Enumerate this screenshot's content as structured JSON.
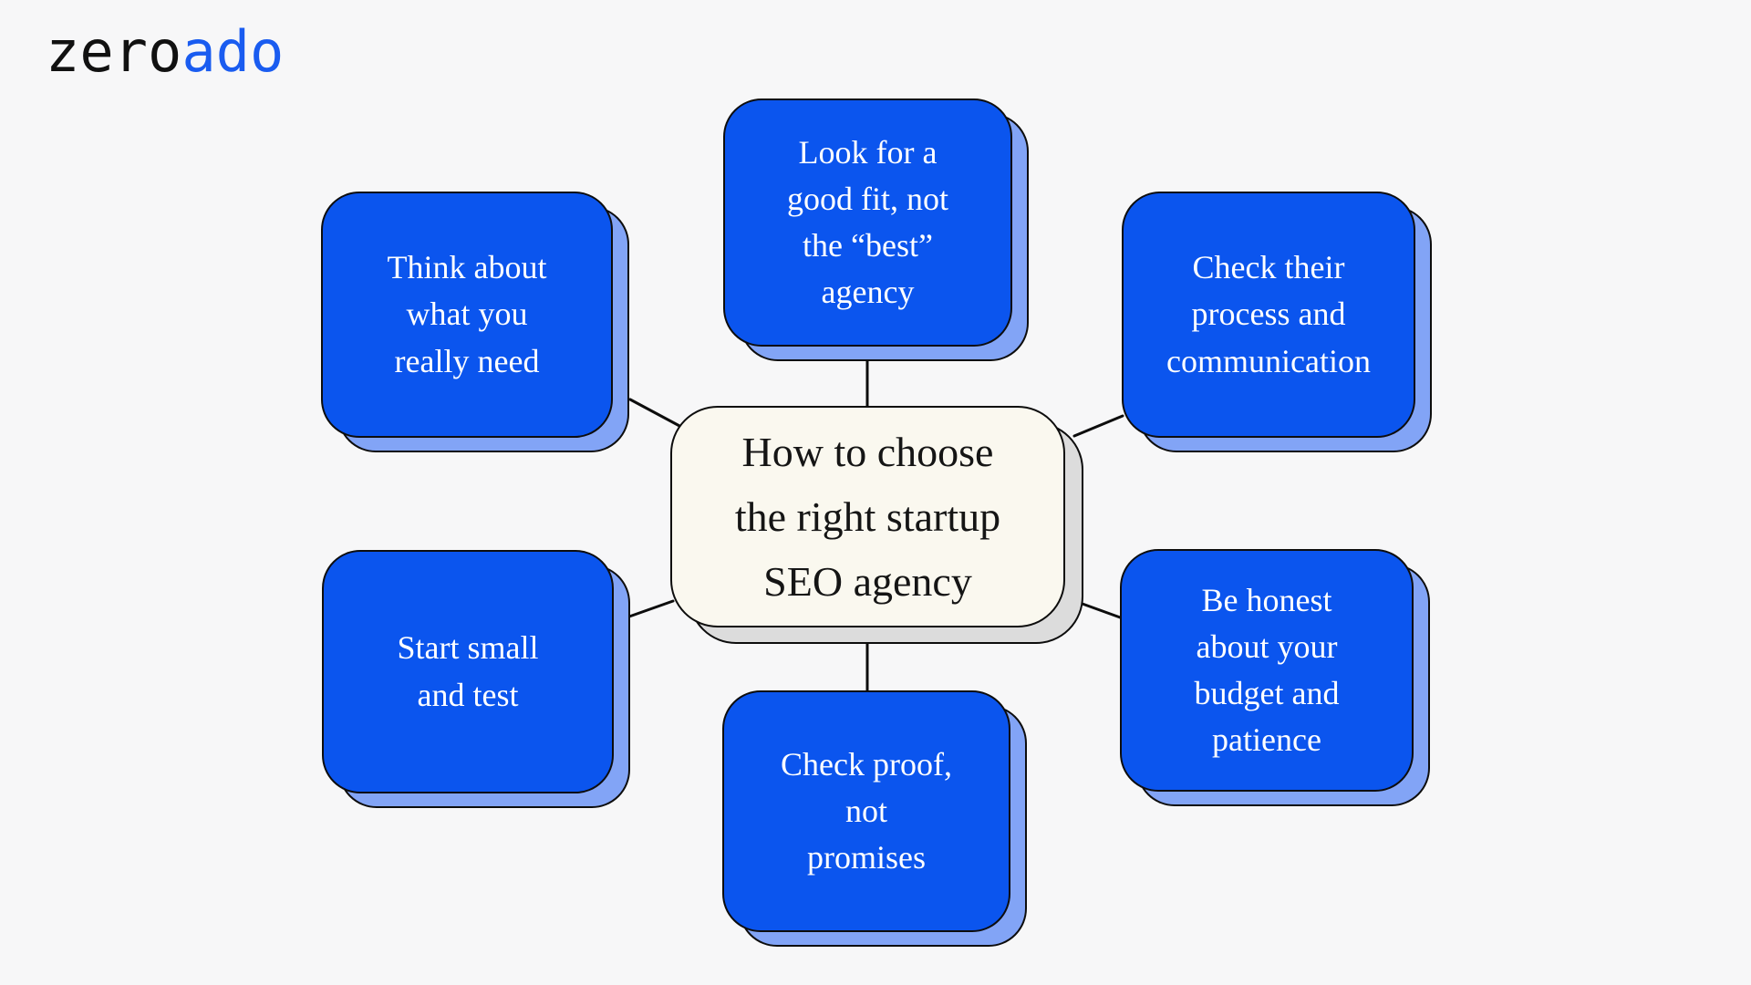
{
  "logo": {
    "prefix": "zero",
    "suffix": "ado"
  },
  "diagram": {
    "title": "How to choose the right startup SEO agency",
    "center": {
      "label": "How to choose\nthe right startup\nSEO agency"
    },
    "nodes": [
      {
        "id": "top-center",
        "label": "Look for a\ngood fit, not\nthe “best”\nagency"
      },
      {
        "id": "top-left",
        "label": "Think about\nwhat you\nreally need"
      },
      {
        "id": "top-right",
        "label": "Check their\nprocess and\ncommunication"
      },
      {
        "id": "bottom-left",
        "label": "Start small\nand test"
      },
      {
        "id": "bottom-center",
        "label": "Check proof,\nnot\npromises"
      },
      {
        "id": "bottom-right",
        "label": "Be honest\nabout your\nbudget and\npatience"
      }
    ]
  },
  "colors": {
    "bg": "#f7f7f8",
    "line": "#0d0d0d",
    "node_fill": "#0b55ee",
    "node_shadow": "#82a4f6",
    "node_text": "#ffffff",
    "center_fill": "#faf8ef",
    "center_shadow": "#dcdcdc",
    "center_text": "#151515",
    "logo_black": "#111111",
    "logo_blue": "#1a5cf0"
  }
}
